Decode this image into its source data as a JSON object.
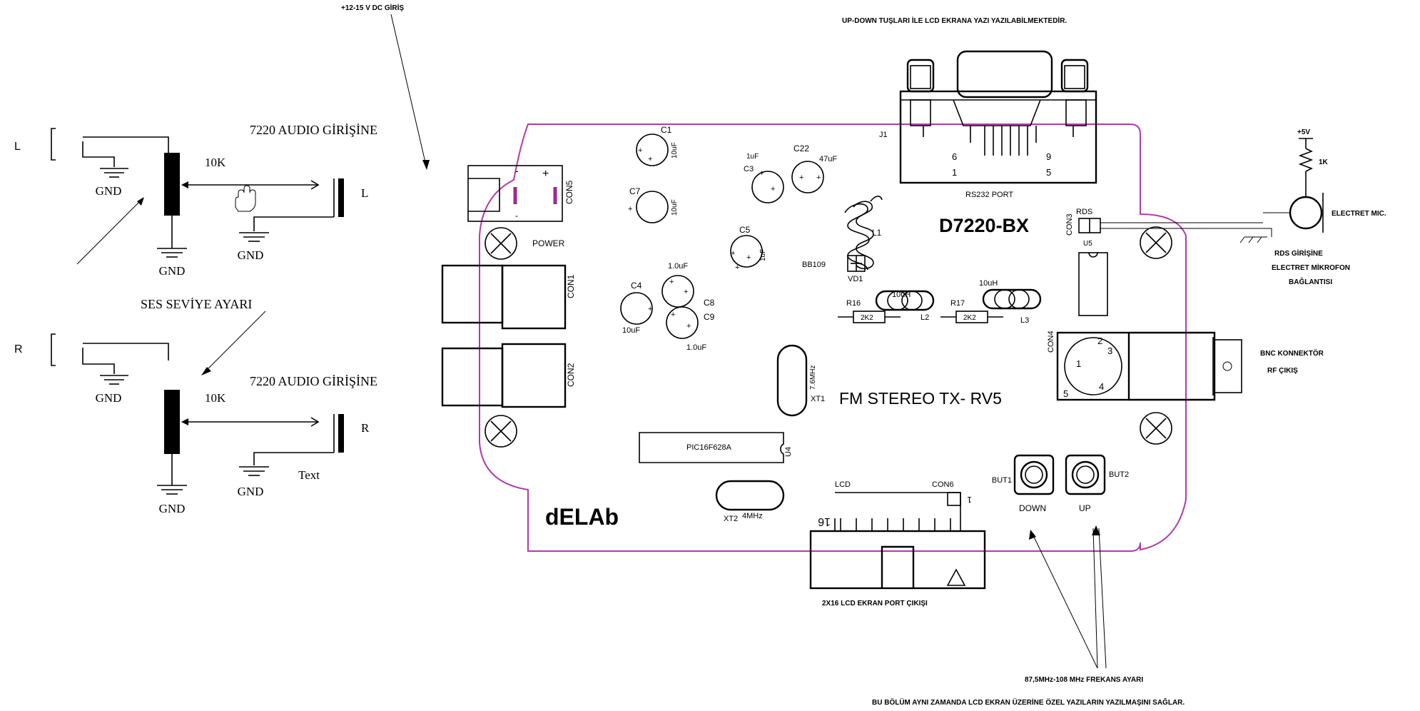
{
  "notes": {
    "power_input": "+12-15 V DC GİRİŞ",
    "lcd_note_top": "UP-DOWN TUŞLARI İLE LCD EKRANA YAZI YAZILABİLMEKTEDİR.",
    "rds_note_1": "RDS GİRİŞİNE",
    "rds_note_2": "ELECTRET MİKROFON",
    "rds_note_3": "BAĞLANTISI",
    "bnc_note_1": "BNC KONNEKTÖR",
    "bnc_note_2": "RF ÇIKIŞ",
    "lcd_port_note": "2X16 LCD EKRAN PORT ÇIKIŞI",
    "freq_note": "87,5MHz-108 MHz FREKANS AYARI",
    "bottom_note": "BU BÖLÜM AYNI ZAMANDA LCD EKRAN ÜZERİNE ÖZEL YAZILARIN YAZILMAŞINI SAĞLAR."
  },
  "audio": {
    "ch_left": "L",
    "ch_right": "R",
    "pot_value": "10K",
    "input_label": "7220 AUDIO GİRİŞİNE",
    "gnd": "GND",
    "level_title": "SES SEVİYE AYARI",
    "text_label": "Text"
  },
  "board": {
    "title": "D7220-BX",
    "subtitle": "FM STEREO TX- RV5",
    "brand": "dELAb",
    "rs232": "RS232 PORT",
    "j1": "J1",
    "pin6": "6",
    "pin9": "9",
    "pin1": "1",
    "pin5": "5",
    "power": "POWER",
    "con5": "CON5",
    "con1": "CON1",
    "con2": "CON2",
    "con3": "CON3",
    "con4": "CON4",
    "con6": "CON6",
    "rds": "RDS",
    "u5": "U5",
    "u4": "U4",
    "pic": "PIC16F628A",
    "lcd": "LCD",
    "lcd_pin16": "16",
    "lcd_pin1": "1",
    "xt1": "XT1",
    "xt1_val": "7.6MHz",
    "xt2": "XT2",
    "xt2_val": "4MHz",
    "but1": "BUT1",
    "but2": "BUT2",
    "down": "DOWN",
    "up": "UP",
    "c1": "C1",
    "c1_val": "10uF",
    "c7": "C7",
    "c7_val": "10uF",
    "c3": "C3",
    "c3_val": "1uF",
    "c22": "C22",
    "c22_val": "47uF",
    "c5": "C5",
    "c5_val": "1uF",
    "c4": "C4",
    "c4_val": "10uF",
    "c8": "C8",
    "c8_val": "1.0uF",
    "c9": "C9",
    "c9_val": "1.0uF",
    "l1": "L1",
    "bb109": "BB109",
    "vd1": "VD1",
    "r16": "R16",
    "r16_val": "2K2",
    "r17": "R17",
    "r17_val": "2K2",
    "l2": "L2",
    "l2_val": "10uH",
    "l3": "L3",
    "l3_val": "10uH",
    "bnc_pin1": "1",
    "bnc_pin2": "2",
    "bnc_pin3": "3",
    "bnc_pin4": "4",
    "bnc_pin5": "5"
  },
  "mic": {
    "supply": "+5V",
    "res": "1K",
    "label": "ELECTRET MIC."
  }
}
